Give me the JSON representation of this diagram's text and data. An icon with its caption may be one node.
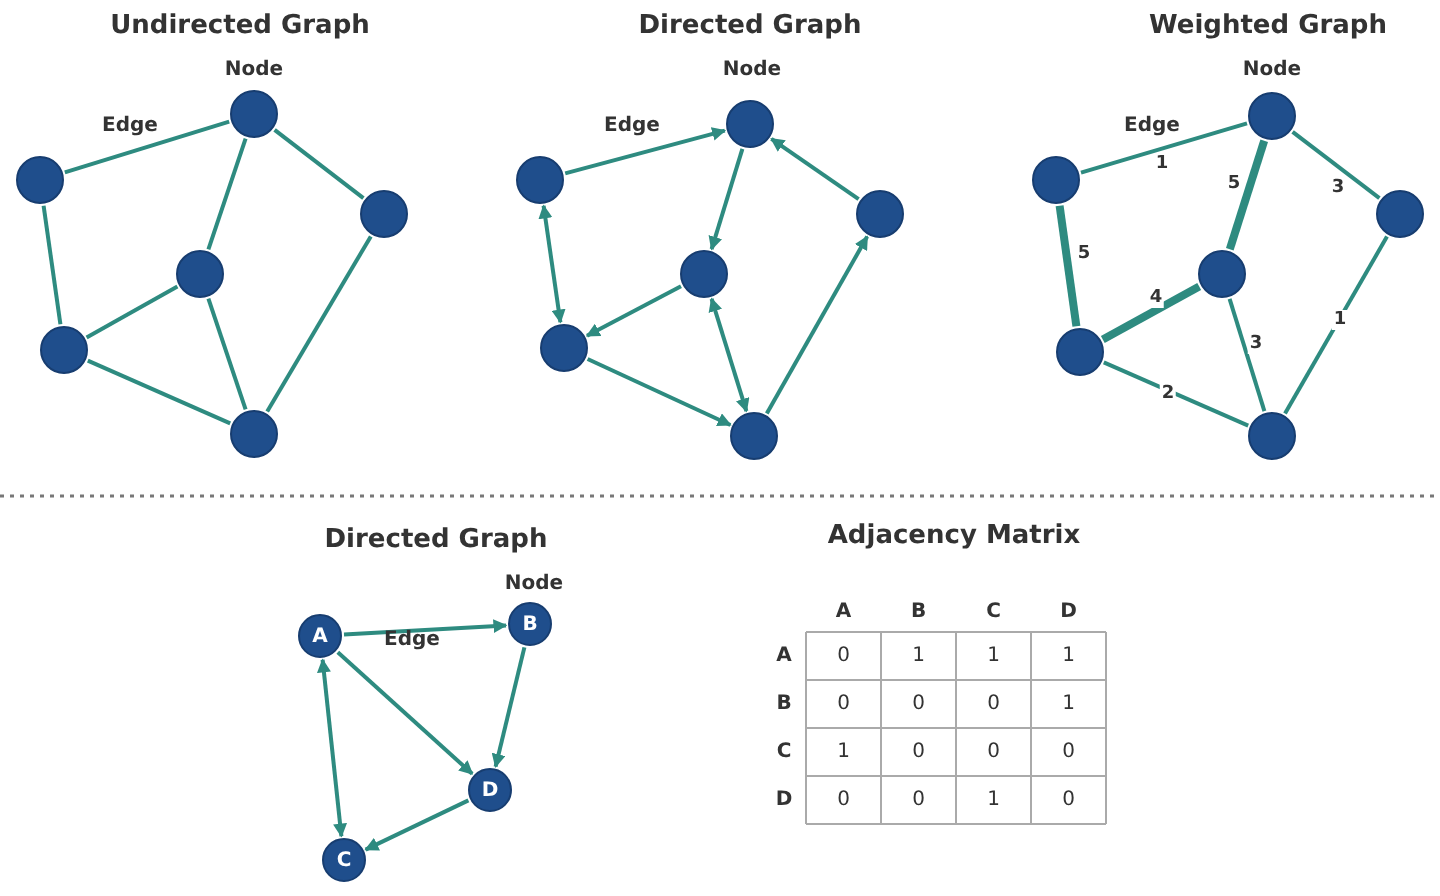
{
  "diagram": {
    "nodes": [
      {
        "text": [],
        "shape": "circle"
      },
      {
        "text": [],
        "shape": "circle"
      },
      {
        "text": [],
        "shape": "circle"
      },
      {
        "text": [],
        "shape": "circle"
      },
      {
        "text": [],
        "shape": "circle"
      },
      {
        "text": [],
        "shape": "circle"
      },
      {
        "text": [],
        "shape": "circle"
      },
      {
        "text": [],
        "shape": "circle"
      },
      {
        "text": [],
        "shape": "circle"
      },
      {
        "text": [],
        "shape": "circle"
      },
      {
        "text": [],
        "shape": "circle"
      },
      {
        "text": [],
        "shape": "circle"
      },
      {
        "text": [],
        "shape": "circle"
      },
      {
        "text": [],
        "shape": "circle"
      },
      {
        "text": [],
        "shape": "circle"
      },
      {
        "text": [],
        "shape": "circle"
      },
      {
        "text": [],
        "shape": "circle"
      },
      {
        "text": [],
        "shape": "circle"
      },
      {
        "text": [
          "A"
        ]
      },
      {
        "text": [
          "B"
        ]
      },
      {
        "text": [
          "C"
        ]
      },
      {
        "text": [
          "D"
        ]
      }
    ],
    "edges": [
      {
        "from": 1,
        "to": 0,
        "arrow": "none"
      },
      {
        "from": 0,
        "to": 2,
        "arrow": "none"
      },
      {
        "from": 0,
        "to": 3,
        "arrow": "none"
      },
      {
        "from": 1,
        "to": 4,
        "arrow": "none"
      },
      {
        "from": 3,
        "to": 4,
        "arrow": "none"
      },
      {
        "from": 3,
        "to": 5,
        "arrow": "none"
      },
      {
        "from": 4,
        "to": 5,
        "arrow": "none"
      },
      {
        "from": 2,
        "to": 5,
        "arrow": "none"
      },
      {
        "from": 7,
        "to": 6,
        "arrow": "to"
      },
      {
        "from": 6,
        "to": 9,
        "arrow": "to"
      },
      {
        "from": 8,
        "to": 6,
        "arrow": "to"
      },
      {
        "from": 7,
        "to": 10,
        "arrow": "both"
      },
      {
        "from": 9,
        "to": 10,
        "arrow": "to"
      },
      {
        "from": 9,
        "to": 11,
        "arrow": "both"
      },
      {
        "from": 10,
        "to": 11,
        "arrow": "to"
      },
      {
        "from": 11,
        "to": 8,
        "arrow": "to"
      },
      {
        "from": 13,
        "to": 12,
        "arrow": "none",
        "label": "1"
      },
      {
        "from": 12,
        "to": 15,
        "arrow": "none",
        "label": "5",
        "style": "thick"
      },
      {
        "from": 12,
        "to": 14,
        "arrow": "none",
        "label": "3"
      },
      {
        "from": 13,
        "to": 16,
        "arrow": "none",
        "label": "5",
        "style": "thick"
      },
      {
        "from": 15,
        "to": 16,
        "arrow": "none",
        "label": "4",
        "style": "thick"
      },
      {
        "from": 15,
        "to": 17,
        "arrow": "none",
        "label": "3"
      },
      {
        "from": 16,
        "to": 17,
        "arrow": "none",
        "label": "2"
      },
      {
        "from": 14,
        "to": 17,
        "arrow": "none",
        "label": "1"
      },
      {
        "from": 18,
        "to": 19,
        "arrow": "to"
      },
      {
        "from": 19,
        "to": 21,
        "arrow": "to"
      },
      {
        "from": 18,
        "to": 21,
        "arrow": "to"
      },
      {
        "from": 18,
        "to": 20,
        "arrow": "both"
      },
      {
        "from": 21,
        "to": 20,
        "arrow": "to"
      }
    ],
    "labels": [
      "Undirected Graph",
      "Node",
      "Edge",
      "Directed Graph",
      "Node",
      "Edge",
      "Weighted Graph",
      "Node",
      "Edge",
      "Directed Graph",
      "Node",
      "Edge",
      "Adjacency Matrix",
      "A",
      "B",
      "C",
      "D",
      "A",
      "0",
      "1",
      "1",
      "1",
      "B",
      "0",
      "0",
      "0",
      "1",
      "C",
      "1",
      "0",
      "0",
      "0",
      "D",
      "0",
      "0",
      "1",
      "0"
    ]
  }
}
